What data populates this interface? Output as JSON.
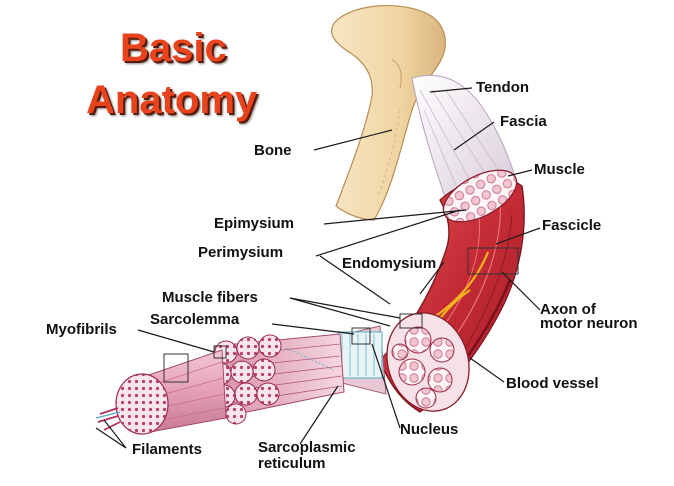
{
  "title": {
    "line1": "Basic",
    "line2": "Anatomy"
  },
  "labels": {
    "tendon": "Tendon",
    "fascia": "Fascia",
    "bone": "Bone",
    "muscle": "Muscle",
    "epimysium": "Epimysium",
    "fascicle": "Fascicle",
    "perimysium": "Perimysium",
    "endomysium": "Endomysium",
    "muscle_fibers": "Muscle fibers",
    "sarcolemma": "Sarcolemma",
    "myofibrils": "Myofibrils",
    "axon_line1": "Axon of",
    "axon_line2": "motor neuron",
    "blood_vessel": "Blood vessel",
    "nucleus": "Nucleus",
    "filaments": "Filaments",
    "sr_line1": "Sarcoplasmic",
    "sr_line2": "reticulum"
  },
  "colors": {
    "title": "#e8431c",
    "bone": "#f3dcae",
    "muscle": "#c8333a",
    "tendon": "#ece6ee",
    "fiber": "#e2a6bc",
    "nerve": "#f2b31d"
  }
}
